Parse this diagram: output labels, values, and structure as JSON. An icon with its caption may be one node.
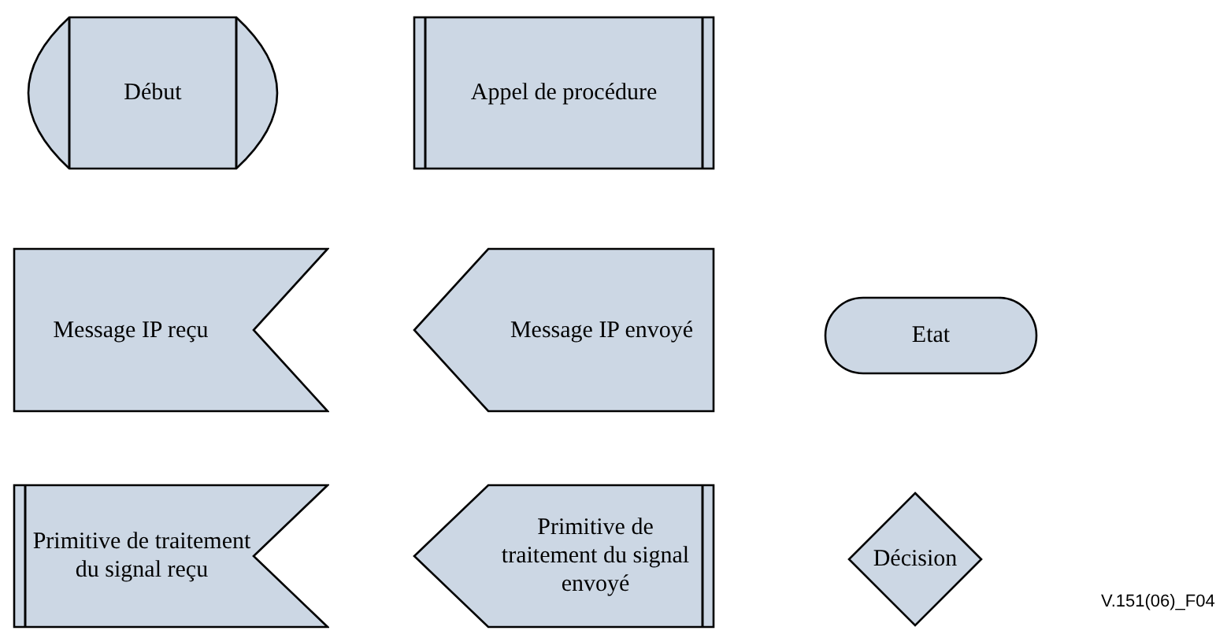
{
  "diagram": {
    "nodes": [
      {
        "text": [
          "Début"
        ]
      },
      {
        "text": [
          "Appel de procédure"
        ]
      },
      {
        "text": [
          "Message IP reçu"
        ]
      },
      {
        "text": [
          "Message IP envoyé"
        ]
      },
      {
        "text": [
          "Etat"
        ]
      },
      {
        "text": [
          "Primitive de traitement du signal reçu"
        ]
      },
      {
        "text": [
          "Primitive de traitement du signal envoyé"
        ]
      },
      {
        "text": [
          "Décision"
        ]
      }
    ],
    "edges": [],
    "labels": [
      "V.151(06)_F04"
    ]
  }
}
